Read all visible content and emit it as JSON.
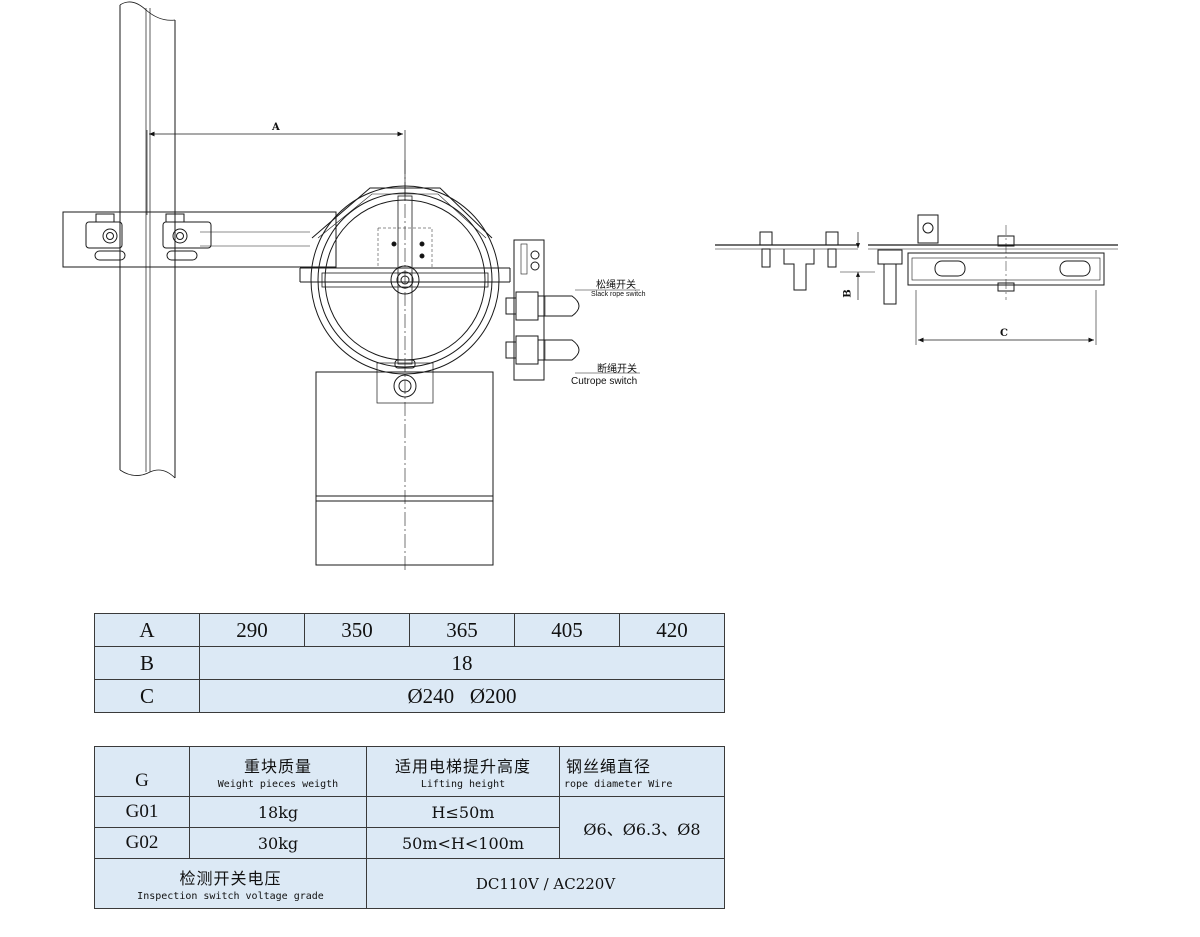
{
  "drawing": {
    "dim_a": "A",
    "dim_b": "B",
    "dim_c": "C",
    "slack_switch_zh": "松绳开关",
    "slack_switch_en": "Slack rope switch",
    "cut_switch_zh": "断绳开关",
    "cut_switch_en": "Cutrope switch"
  },
  "dimension_table": {
    "row_a_label": "A",
    "row_a_values": [
      "290",
      "350",
      "365",
      "405",
      "420"
    ],
    "row_b_label": "B",
    "row_b_value": "18",
    "row_c_label": "C",
    "row_c_value": "Ø240   Ø200"
  },
  "spec_table": {
    "col_g": "G",
    "col_weight_zh": "重块质量",
    "col_weight_en": "Weight pieces weigth",
    "col_height_zh": "适用电梯提升高度",
    "col_height_en": "Lifting height",
    "col_rope_zh": "钢丝绳直径",
    "col_rope_en": "rope diameter Wire",
    "rows": [
      {
        "model": "G01",
        "weight": "18kg",
        "height": "H≤50m"
      },
      {
        "model": "G02",
        "weight": "30kg",
        "height": "50m<H<100m"
      }
    ],
    "rope_value": "Ø6、Ø6.3、Ø8",
    "voltage_label_zh": "检测开关电压",
    "voltage_label_en": "Inspection switch voltage grade",
    "voltage_value": "DC110V / AC220V"
  }
}
